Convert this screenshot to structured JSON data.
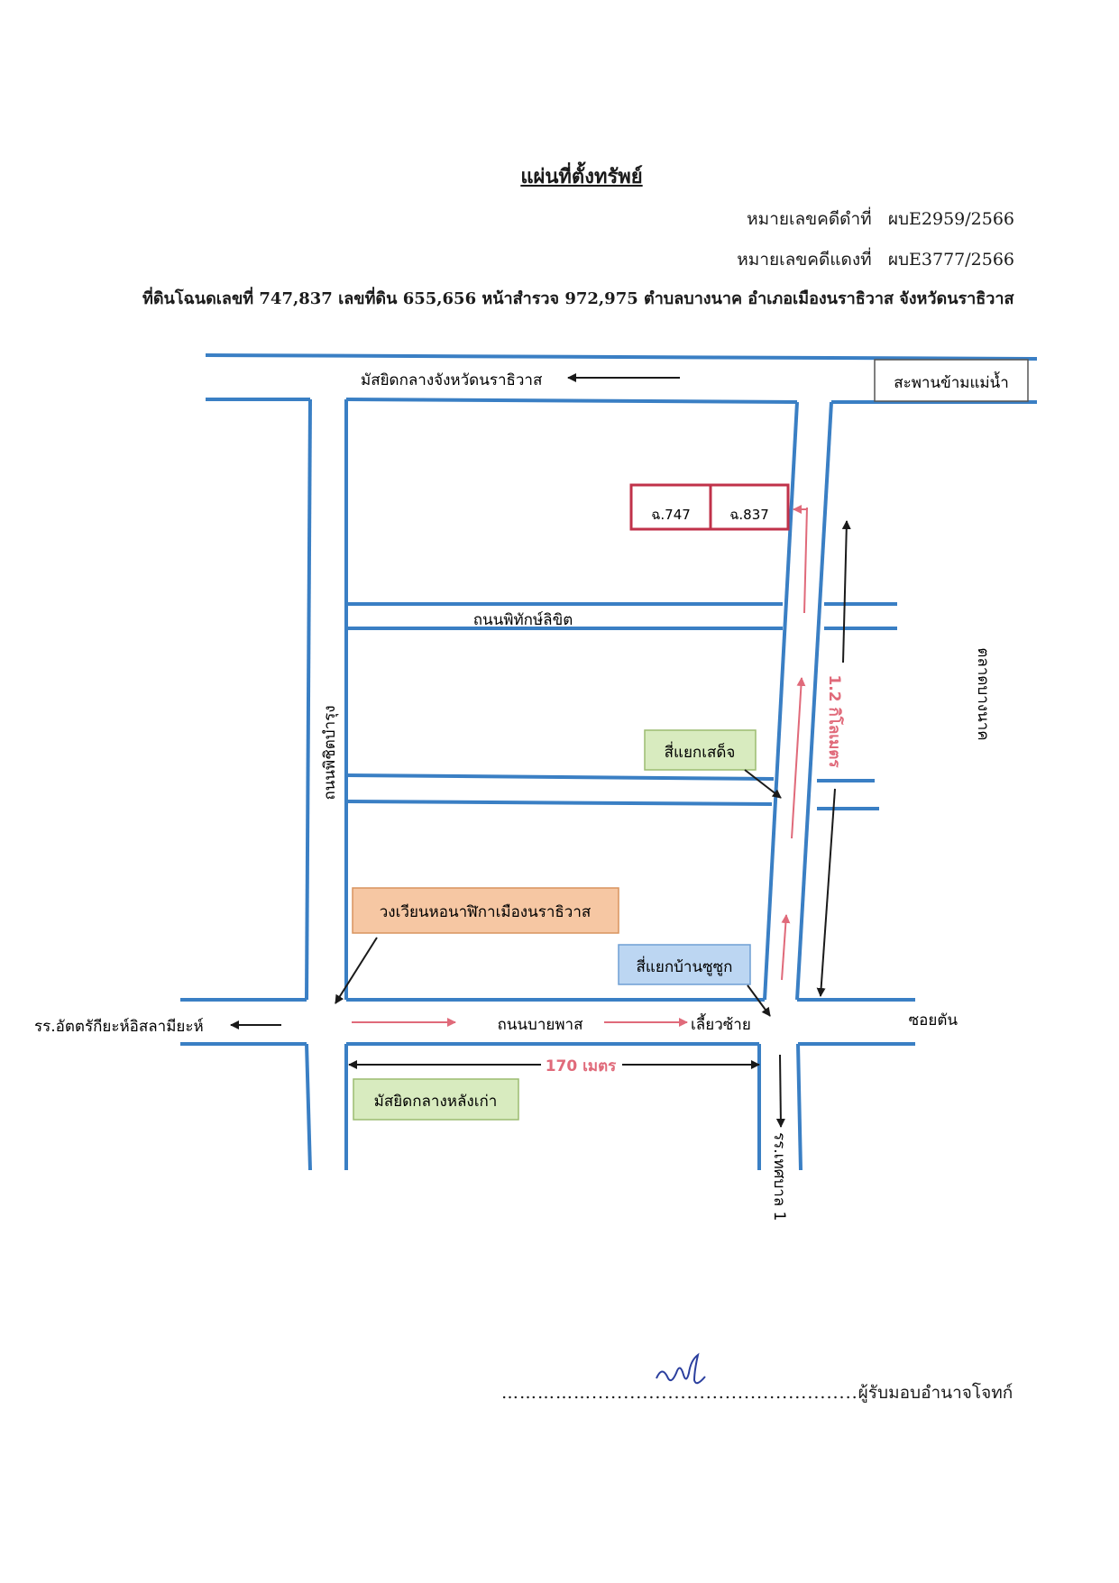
{
  "title": "แผ่นที่ตั้งทรัพย์",
  "case_black": {
    "label": "หมายเลขคดีดำที่",
    "value": "ผบE2959/2566"
  },
  "case_red": {
    "label": "หมายเลขคดีแดงที่",
    "value": "ผบE3777/2566"
  },
  "description": "ที่ดินโฉนดเลขที่ 747,837 เลขที่ดิน 655,656 หน้าสำรวจ 972,975 ตำบลบางนาค อำเภอเมืองนราธิวาส จังหวัดนราธิวาส",
  "map": {
    "road_color": "#3a7fc4",
    "route_color": "#e06a7a",
    "parcel_color": "#c0324a",
    "labels": {
      "mosque_central": "มัสยิดกลางจังหวัดนราธิวาส",
      "bridge": "สะพานข้ามแม่น้ำ",
      "parcel_a": "ฉ.747",
      "parcel_b": "ฉ.837",
      "road_phitak": "ถนนพิทักษ์ลิขิต",
      "road_phichit": "ถนนพิชิตบำรุง",
      "market": "ตลาดบางนาค",
      "distance_km": "1.2 กิโลเมตร",
      "intersection_sadet": "สี่แยกเสด็จ",
      "clock_tower": "วงเวียนหอนาฬิกาเมืองนราธิวาส",
      "intersection_bansuso": "สี่แยกบ้านซูซูก",
      "school_left": "รร.อัตตรักียะห์อิสลามียะห์",
      "road_bypass": "ถนนบายพาส",
      "turn_left": "เลี้ยวซ้าย",
      "soi_tan": "ซอยตัน",
      "distance_m": "170 เมตร",
      "mosque_old": "มัสยิดกลางหลังเก่า",
      "school_bottom": "รร.เทศบาล 1"
    }
  },
  "signature": {
    "dots": "……………..........................................",
    "role": "ผู้รับมอบอำนาจโจทก์"
  }
}
